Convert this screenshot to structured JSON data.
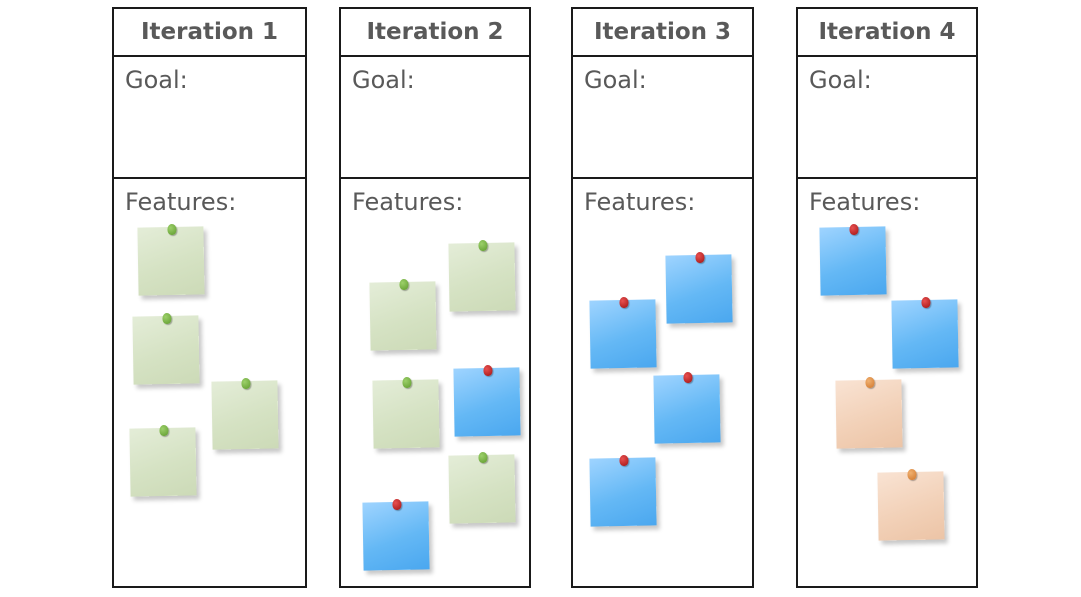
{
  "goal_label": "Goal:",
  "features_label": "Features:",
  "iterations": [
    {
      "title": "Iteration 1"
    },
    {
      "title": "Iteration 2"
    },
    {
      "title": "Iteration 3"
    },
    {
      "title": "Iteration 4"
    }
  ],
  "colors": {
    "green_note": "#d5e2c3",
    "blue_note": "#64b8f5",
    "orange_note": "#f2d1b8",
    "text": "#595959",
    "border": "#1a1a1a"
  },
  "notes": {
    "iteration_1": [
      "green",
      "green",
      "green",
      "green"
    ],
    "iteration_2": [
      "green",
      "green",
      "green",
      "blue",
      "green",
      "blue"
    ],
    "iteration_3": [
      "blue",
      "blue",
      "blue",
      "blue"
    ],
    "iteration_4": [
      "blue",
      "blue",
      "orange",
      "orange"
    ]
  }
}
